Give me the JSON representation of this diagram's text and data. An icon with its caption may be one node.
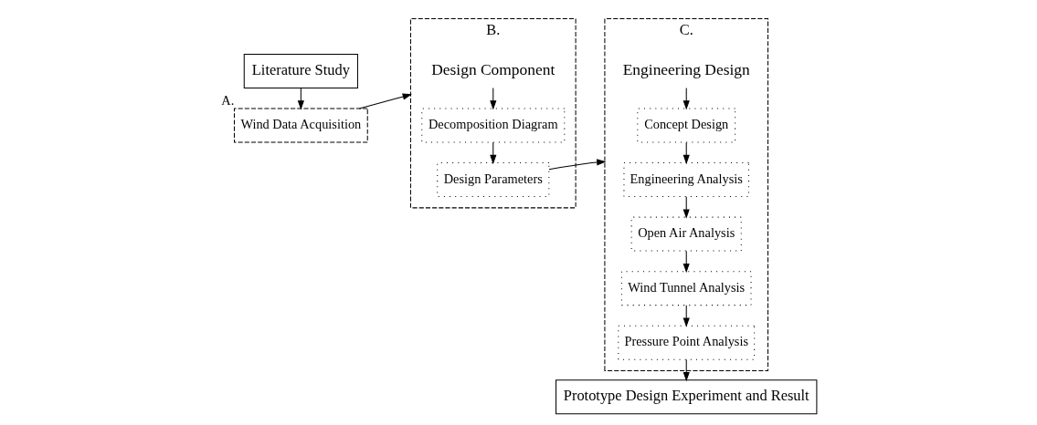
{
  "diagram": {
    "nodes": [
      {
        "text": [
          "Literature Study"
        ]
      },
      {
        "text": [
          "Wind Data Acquisition"
        ],
        "beside": [
          "A."
        ]
      },
      {
        "text": [
          "Design Component"
        ],
        "beside": [
          "B."
        ]
      },
      {
        "text": [
          "Decomposition Diagram"
        ],
        "in": 2
      },
      {
        "text": [
          "Design Parameters"
        ],
        "in": 2
      },
      {
        "text": [
          "Engineering Design"
        ],
        "beside": [
          "C."
        ]
      },
      {
        "text": [
          "Concept Design"
        ],
        "in": 5
      },
      {
        "text": [
          "Engineering Analysis"
        ],
        "in": 5
      },
      {
        "text": [
          "Open Air Analysis"
        ],
        "in": 5
      },
      {
        "text": [
          "Wind Tunnel Analysis"
        ],
        "in": 5
      },
      {
        "text": [
          "Pressure Point Analysis"
        ],
        "in": 5
      },
      {
        "text": [
          "Prototype Design Experiment and Result"
        ]
      }
    ],
    "edges": [
      {
        "from": 0,
        "to": 1,
        "arrow": "to"
      },
      {
        "from": 1,
        "to": 2,
        "arrow": "to"
      },
      {
        "from": 2,
        "to": 3,
        "arrow": "to"
      },
      {
        "from": 3,
        "to": 4,
        "arrow": "to"
      },
      {
        "from": 4,
        "to": 5,
        "arrow": "to"
      },
      {
        "from": 5,
        "to": 6,
        "arrow": "to"
      },
      {
        "from": 6,
        "to": 7,
        "arrow": "to"
      },
      {
        "from": 7,
        "to": 8,
        "arrow": "to"
      },
      {
        "from": 8,
        "to": 9,
        "arrow": "to"
      },
      {
        "from": 9,
        "to": 10,
        "arrow": "to"
      },
      {
        "from": 10,
        "to": 11,
        "arrow": "to"
      }
    ]
  }
}
